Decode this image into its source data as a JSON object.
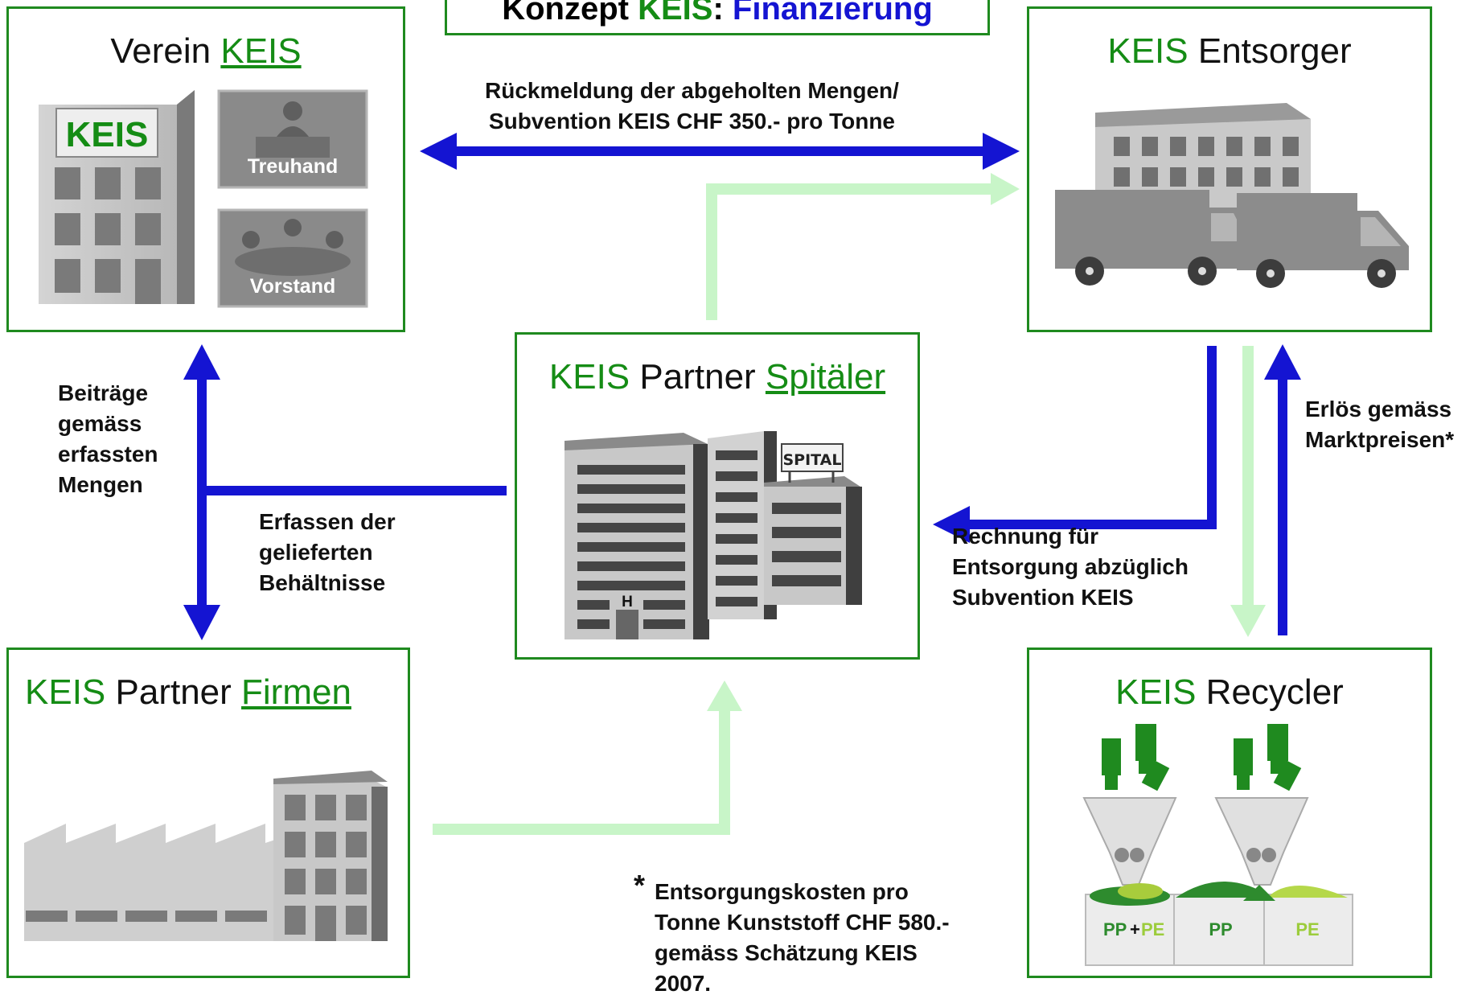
{
  "header": {
    "prefix": "Konzept ",
    "keis": "KEIS",
    "colon": ": ",
    "topic": "Finanzierung"
  },
  "verein": {
    "prefix": "Verein ",
    "keis": "KEIS",
    "sign": "KEIS",
    "treuhand": "Treuhand",
    "vorstand": "Vorstand"
  },
  "entsorger": {
    "keis": "KEIS",
    "name": " Entsorger"
  },
  "spitaeler": {
    "keis": "KEIS",
    "mid": " Partner ",
    "name": "Spitäler",
    "sign": "SPITAL",
    "letter": "H"
  },
  "firmen": {
    "keis": "KEIS",
    "mid": " Partner ",
    "name": "Firmen"
  },
  "recycler": {
    "keis": "KEIS",
    "name": " Recycler",
    "bins": {
      "pp": "PP",
      "plus": "+",
      "pe": "PE"
    }
  },
  "labels": {
    "rueckmeldung_1": "Rückmeldung der abgeholten Mengen/",
    "rueckmeldung_2": "Subvention KEIS CHF 350.- pro Tonne",
    "beitraege_1": "Beiträge",
    "beitraege_2": "gemäss",
    "beitraege_3": "erfassten",
    "beitraege_4": "Mengen",
    "erfassen_1": "Erfassen der",
    "erfassen_2": "gelieferten",
    "erfassen_3": "Behältnisse",
    "rechnung_1": "Rechnung für",
    "rechnung_2": "Entsorgung abzüglich",
    "rechnung_3": "Subvention KEIS",
    "erloes_1": "Erlös gemäss",
    "erloes_2": "Marktpreisen*",
    "footnote_star": "*",
    "footnote_1": "Entsorgungskosten pro",
    "footnote_2": "Tonne Kunststoff CHF 580.-",
    "footnote_3": "gemäss Schätzung KEIS",
    "footnote_4": "2007."
  },
  "colors": {
    "box_border": "#1f8a1f",
    "keis_green": "#158c15",
    "flow_blue": "#1414d2",
    "material_flow": "#c8f5c8"
  }
}
